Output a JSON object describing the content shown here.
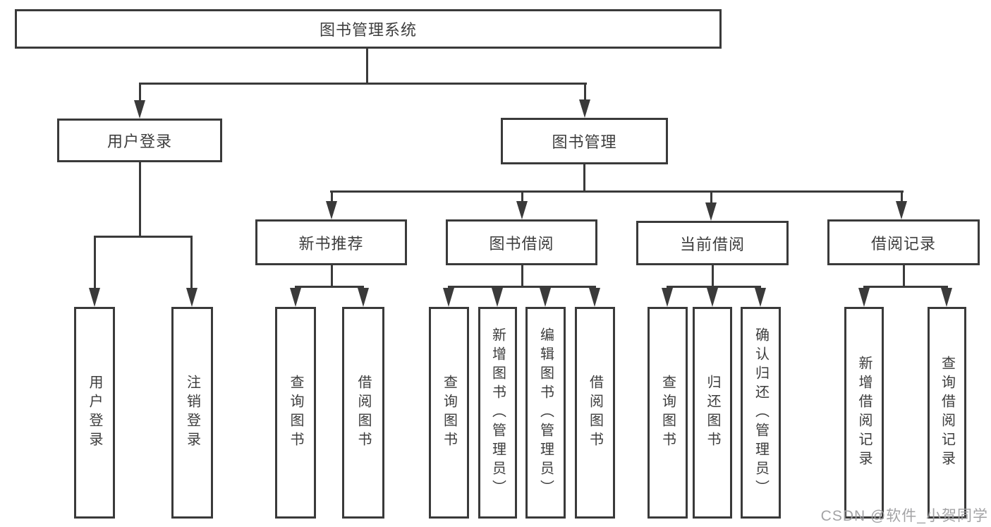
{
  "diagram": {
    "root_label": "图书管理系统",
    "level2": {
      "user_login": "用户登录",
      "book_management": "图书管理"
    },
    "level3": {
      "new_book_recommendation": "新书推荐",
      "book_borrowing": "图书借阅",
      "current_borrowing": "当前借阅",
      "borrowing_records": "借阅记录"
    },
    "leaves": {
      "leaf_user_login": "用户登录",
      "leaf_logout": "注销登录",
      "leaf_rec_query": "查询图书",
      "leaf_rec_borrow": "借阅图书",
      "leaf_bb_query": "查询图书",
      "leaf_bb_add": "新增图书（管理员）",
      "leaf_bb_edit": "编辑图书（管理员）",
      "leaf_bb_borrow": "借阅图书",
      "leaf_cb_query": "查询图书",
      "leaf_cb_return": "归还图书",
      "leaf_cb_confirm": "确认归还（管理员）",
      "leaf_br_add": "新增借阅记录",
      "leaf_br_query": "查询借阅记录"
    },
    "structure": {
      "图书管理系统": {
        "用户登录": [
          "用户登录",
          "注销登录"
        ],
        "图书管理": {
          "新书推荐": [
            "查询图书",
            "借阅图书"
          ],
          "图书借阅": [
            "查询图书",
            "新增图书（管理员）",
            "编辑图书（管理员）",
            "借阅图书"
          ],
          "当前借阅": [
            "查询图书",
            "归还图书",
            "确认归还（管理员）"
          ],
          "借阅记录": [
            "新增借阅记录",
            "查询借阅记录"
          ]
        }
      }
    }
  },
  "watermark": {
    "text": "CSDN @软件_小贺同学"
  },
  "colors": {
    "line": "#3a3a3a",
    "box_border": "#3a3a3a",
    "text": "#3d3d3d",
    "watermark": "#9e9ea0",
    "background": "#ffffff"
  }
}
